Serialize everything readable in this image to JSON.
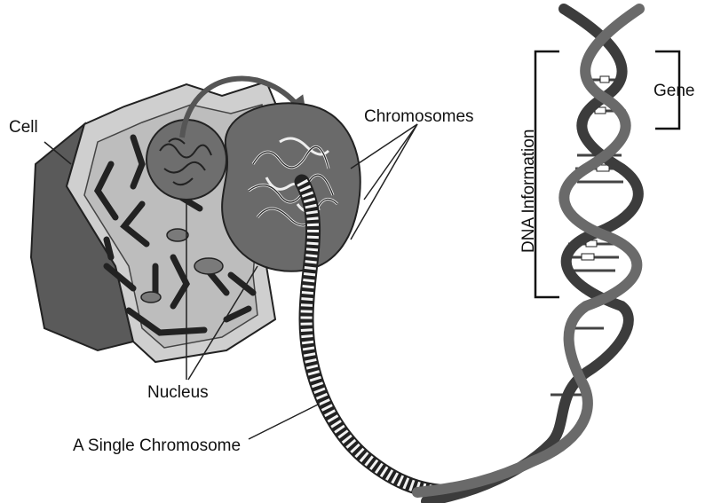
{
  "labels": {
    "cell": "Cell",
    "chromosomes": "Chromosomes",
    "nucleus": "Nucleus",
    "single_chromosome": "A Single Chromosome",
    "dna_information": "DNA Information",
    "gene": "Gene"
  }
}
